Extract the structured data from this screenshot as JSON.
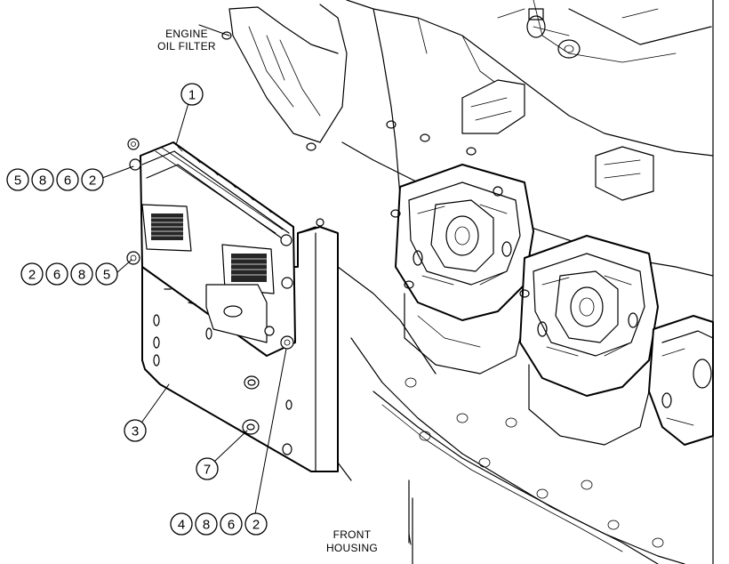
{
  "labels": {
    "engine_oil_filter": [
      "ENGINE",
      "OIL FILTER"
    ],
    "front_housing": [
      "FRONT",
      "HOUSING"
    ]
  },
  "callouts": {
    "c1": [
      "1"
    ],
    "c3": [
      "3"
    ],
    "c7": [
      "7"
    ],
    "upper_left_group": [
      "5",
      "8",
      "6",
      "2"
    ],
    "middle_left_group": [
      "2",
      "6",
      "8",
      "5"
    ],
    "bottom_group": [
      "4",
      "8",
      "6",
      "2"
    ]
  },
  "colors": {
    "ink": "#000000",
    "paper": "#ffffff"
  }
}
